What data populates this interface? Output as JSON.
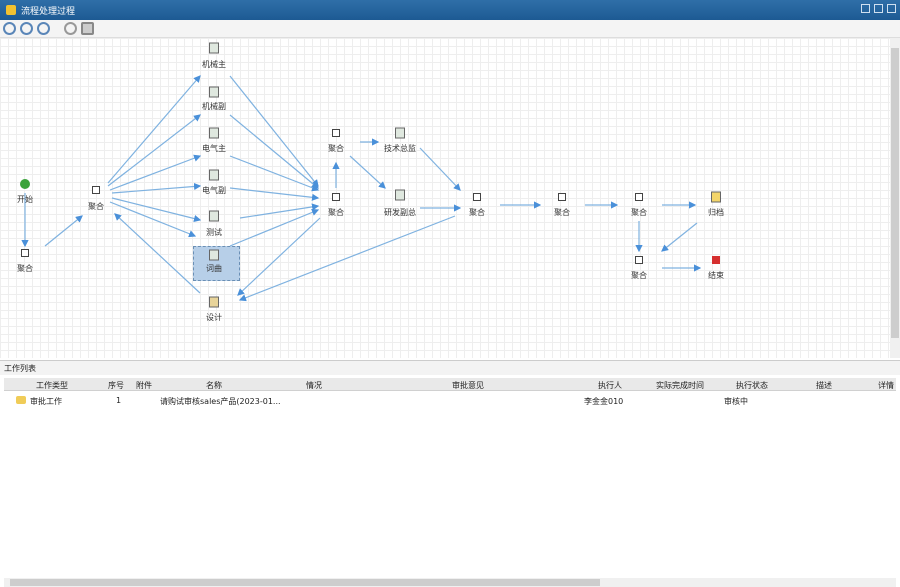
{
  "window": {
    "title": "流程处理过程"
  },
  "diagram": {
    "start": "开始",
    "end": "结束",
    "join": "聚合",
    "tasks": [
      "机械主",
      "机械副",
      "电气主",
      "电气副",
      "测试",
      "词曲",
      "设计"
    ],
    "tech_director": "技术总监",
    "rd_vp": "研发副总",
    "archive": "归档",
    "edge_color": "#4a90d9"
  },
  "worklist": {
    "title": "工作列表",
    "columns": [
      "工作类型",
      "序号",
      "附件",
      "名称",
      "情况",
      "审批意见",
      "执行人",
      "实际完成时间",
      "执行状态",
      "描述",
      "详情"
    ],
    "rows": [
      {
        "type": "审批工作",
        "index": "1",
        "name": "请购试审核sales产品(2023-01...",
        "assignee": "李金金010",
        "status": "审核中"
      }
    ]
  }
}
